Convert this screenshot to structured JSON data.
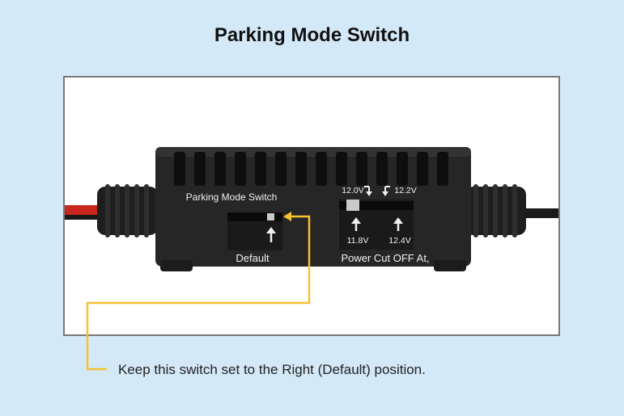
{
  "title": "Parking Mode Switch",
  "device": {
    "label_top": "Parking Mode Switch",
    "label_default": "Default",
    "label_power_cut": "Power Cut OFF At,",
    "voltages": {
      "top_left": "12.0V",
      "top_right": "12.2V",
      "bottom_left": "11.8V",
      "bottom_right": "12.4V"
    }
  },
  "caption": "Keep this switch set to the Right (Default) position.",
  "colors": {
    "background": "#d3e9f8",
    "callout": "#f5c230",
    "device": "#262626",
    "red_wire": "#c8271e"
  }
}
